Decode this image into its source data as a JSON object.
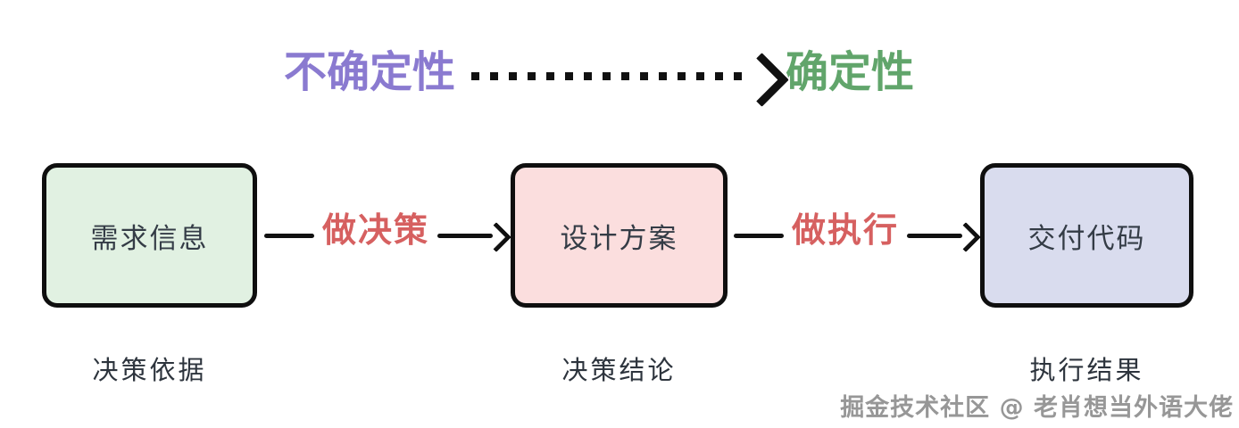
{
  "header": {
    "left_label": "不确定性",
    "right_label": "确定性",
    "left_color": "#8a7ad0",
    "right_color": "#61a56b",
    "arrow_color": "#111111"
  },
  "flow": {
    "nodes": [
      {
        "label": "需求信息",
        "fill": "#e1f1e2",
        "caption": "决策依据"
      },
      {
        "label": "设计方案",
        "fill": "#fbdede",
        "caption": "决策结论"
      },
      {
        "label": "交付代码",
        "fill": "#d9dcee",
        "caption": "执行结果"
      }
    ],
    "edges": [
      {
        "label": "做决策",
        "color": "#d66060"
      },
      {
        "label": "做执行",
        "color": "#d66060"
      }
    ]
  },
  "watermark": {
    "text": "掘金技术社区 @ 老肖想当外语大佬"
  }
}
